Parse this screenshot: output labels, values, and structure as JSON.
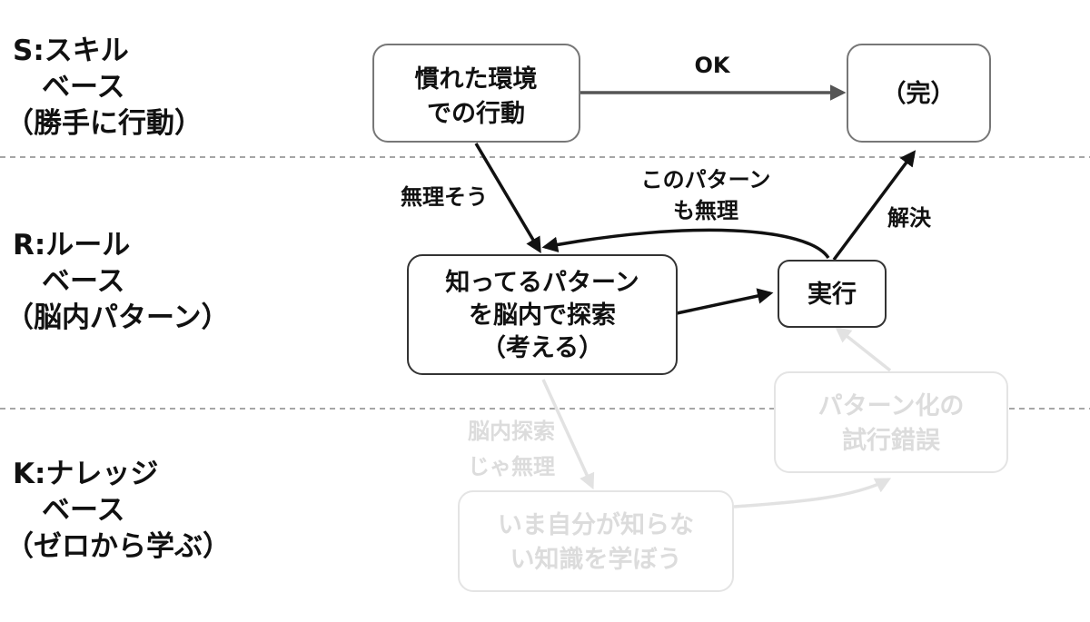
{
  "levels": [
    {
      "id": "skill",
      "lines": [
        "S:スキル",
        "ベース",
        "（勝手に行動）"
      ]
    },
    {
      "id": "rule",
      "lines": [
        "R:ルール",
        "ベース",
        "（脳内パターン）"
      ]
    },
    {
      "id": "knowledge",
      "lines": [
        "K:ナレッジ",
        "ベース",
        "（ゼロから学ぶ）"
      ]
    }
  ],
  "nodes": {
    "familiar_action": {
      "lines": [
        "慣れた環境",
        "での行動"
      ]
    },
    "done": {
      "lines": [
        "（完）"
      ]
    },
    "search_patterns": {
      "lines": [
        "知ってるパターン",
        "を脳内で探索",
        "（考える）"
      ]
    },
    "execute": {
      "lines": [
        "実行"
      ]
    },
    "pattern_trial": {
      "lines": [
        "パターン化の",
        "試行錯誤"
      ]
    },
    "learn_new": {
      "lines": [
        "いま自分が知らな",
        "い知識を学ぼう"
      ]
    }
  },
  "edges": {
    "ok": {
      "lines": [
        "OK"
      ]
    },
    "seems_impossible": {
      "lines": [
        "無理そう"
      ]
    },
    "pattern_impossible": {
      "lines": [
        "このパターン",
        "も無理"
      ]
    },
    "solved": {
      "lines": [
        "解決"
      ]
    },
    "search_impossible": {
      "lines": [
        "脳内探索",
        "じゃ無理"
      ]
    }
  },
  "colors": {
    "active_text": "#111111",
    "faded_text": "#dcdcdc",
    "separator": "#888888"
  }
}
